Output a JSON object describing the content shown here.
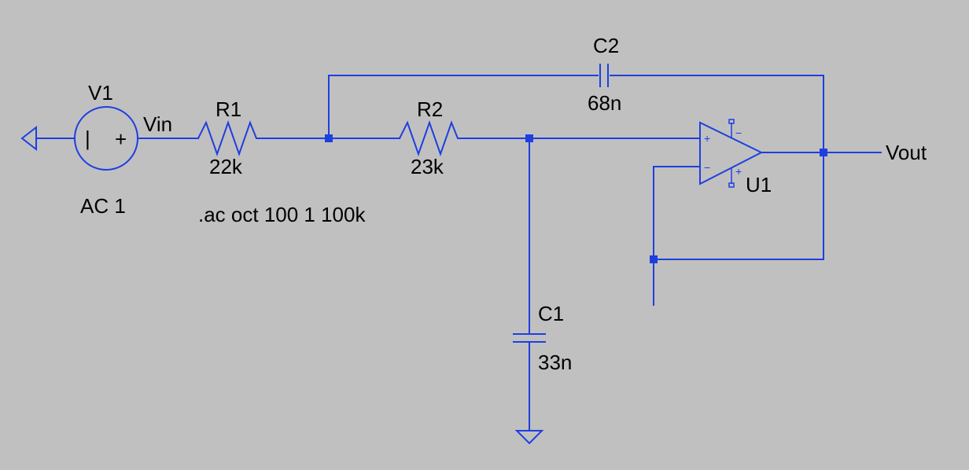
{
  "colors": {
    "background": "#c0c0c0",
    "wire": "#1e3fe0",
    "text": "#000000"
  },
  "source": {
    "name": "V1",
    "value": "AC 1",
    "minus_sign": "|",
    "plus_sign": "+"
  },
  "nets": {
    "input": "Vin",
    "output": "Vout"
  },
  "resistors": [
    {
      "name": "R1",
      "value": "22k"
    },
    {
      "name": "R2",
      "value": "23k"
    }
  ],
  "capacitors": [
    {
      "name": "C1",
      "value": "33n"
    },
    {
      "name": "C2",
      "value": "68n"
    }
  ],
  "opamp": {
    "name": "U1",
    "plus_input": "+",
    "minus_input": "−",
    "pin_plus": "+",
    "pin_minus": "−"
  },
  "directive": ".ac oct 100 1 100k",
  "icons": [
    "ground-icon",
    "voltage-source-icon",
    "resistor-icon",
    "capacitor-icon",
    "opamp-icon"
  ]
}
